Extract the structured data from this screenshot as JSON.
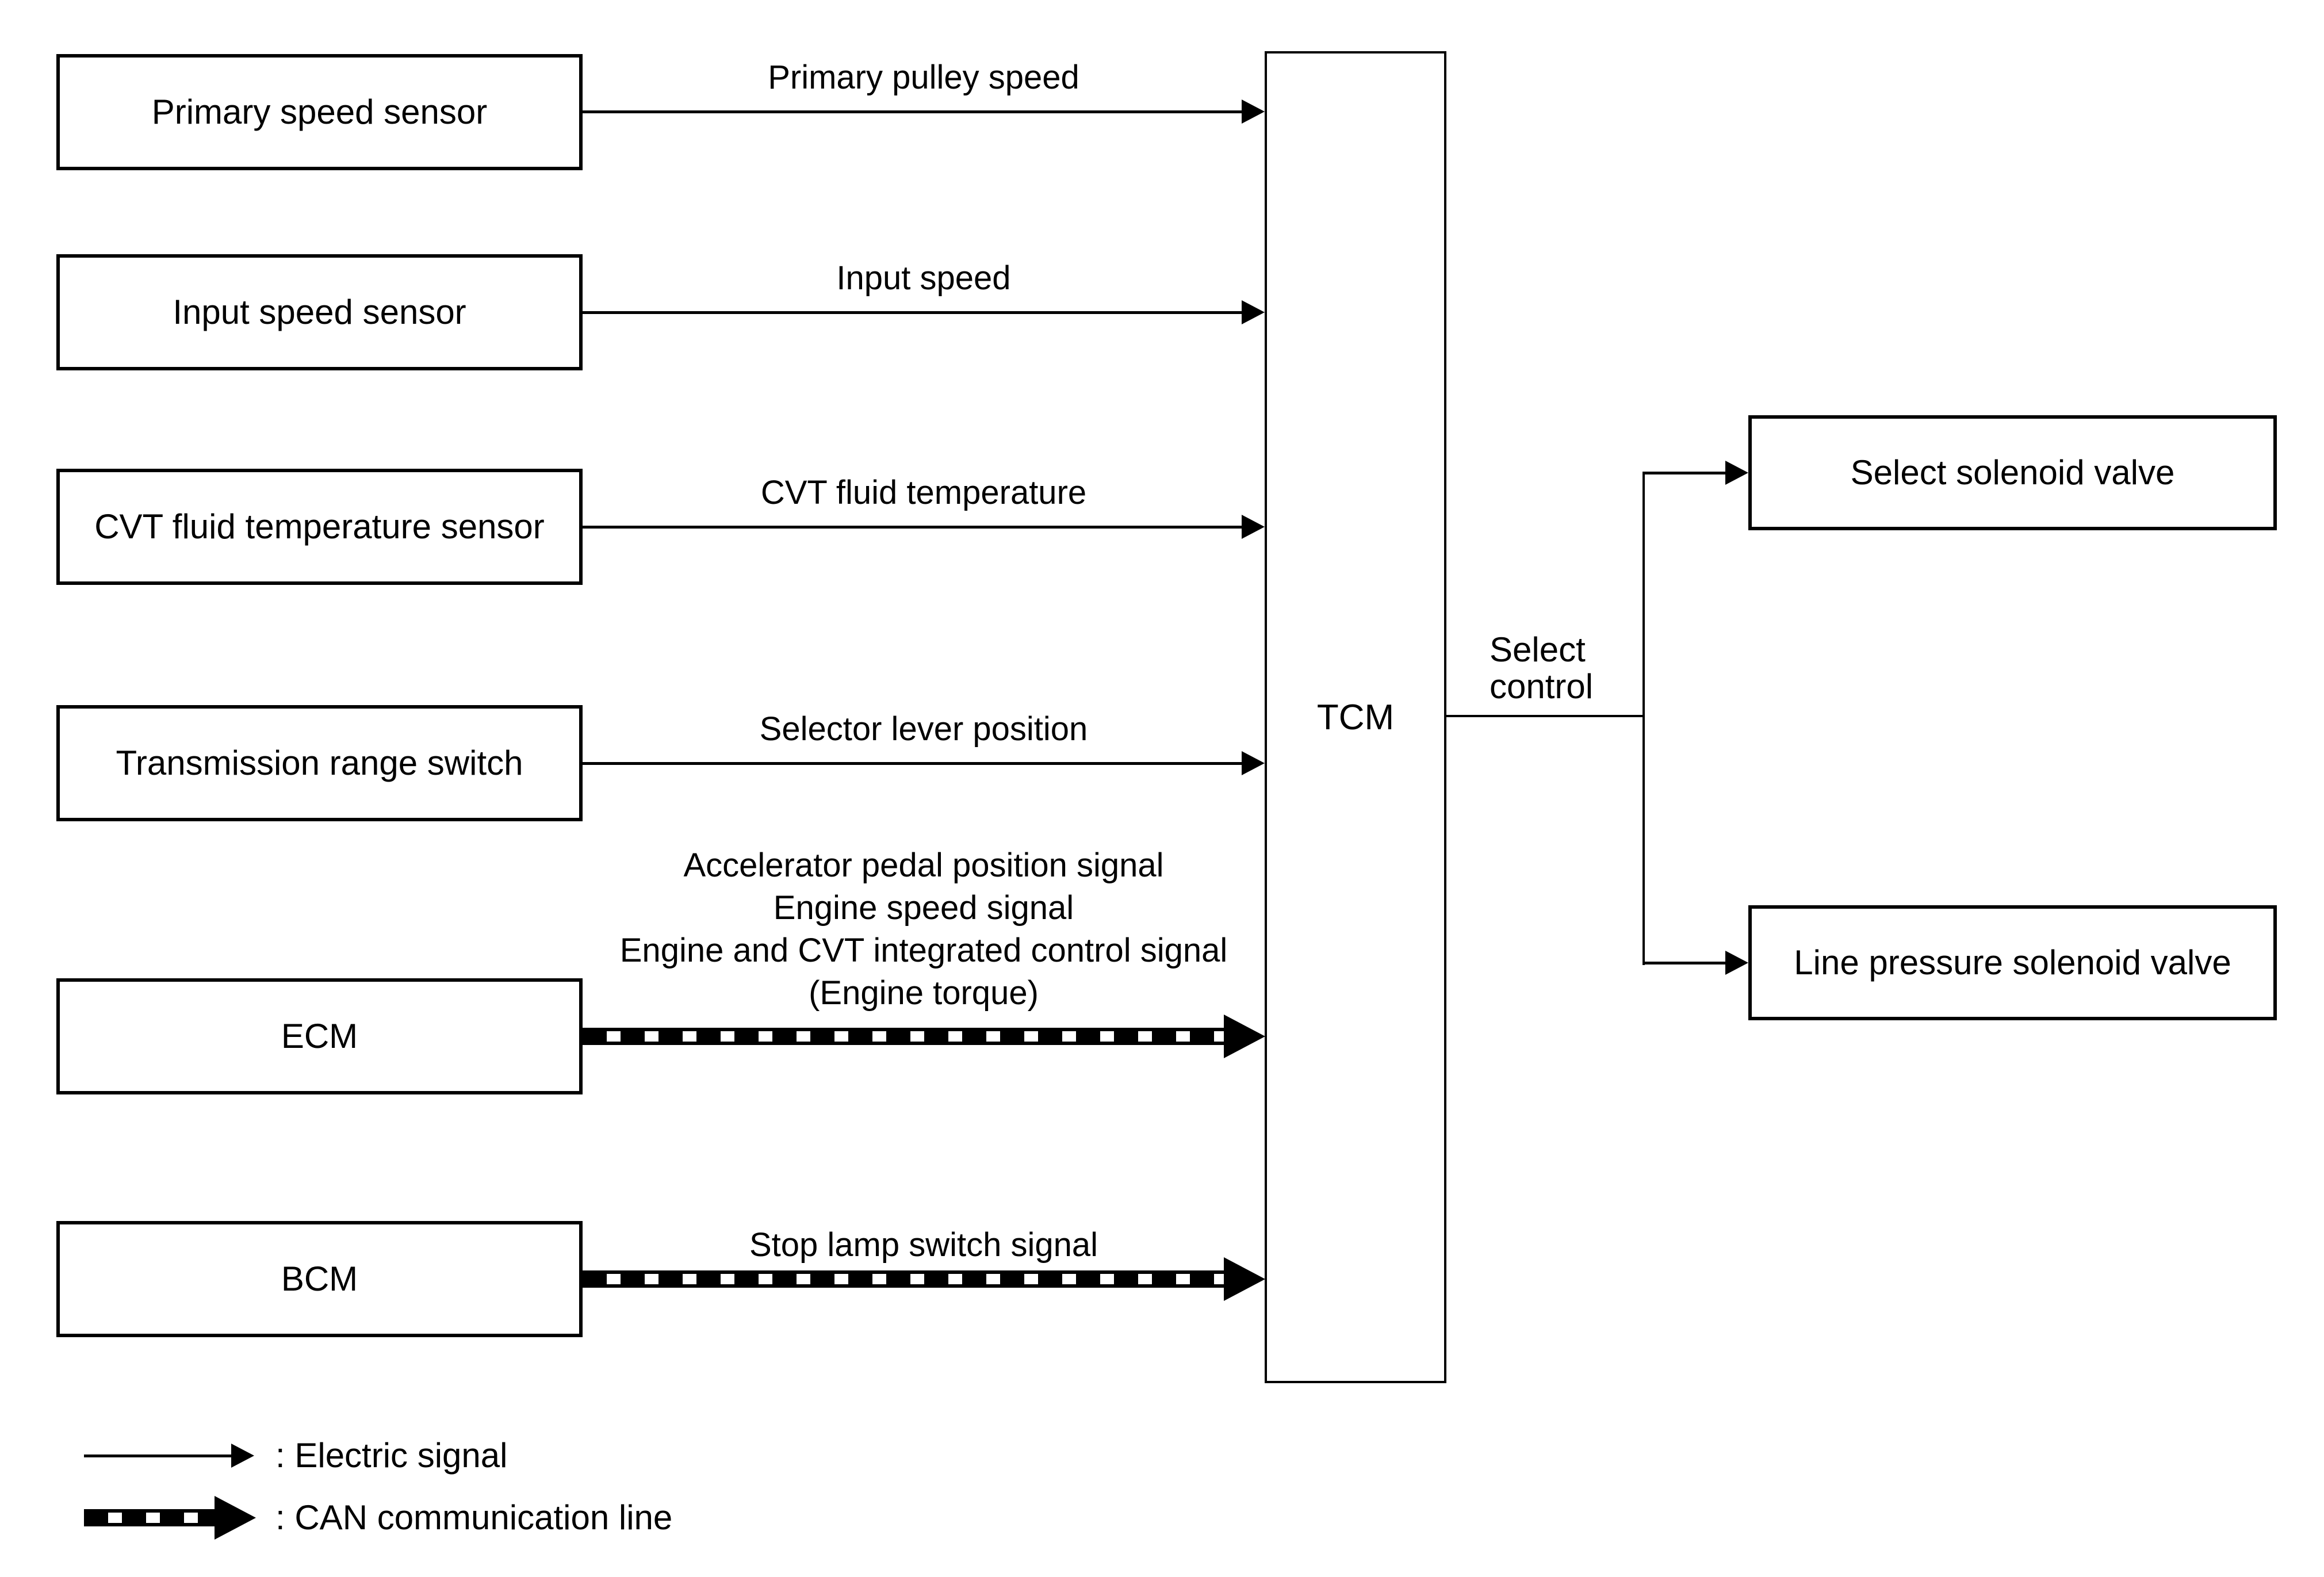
{
  "diagram": {
    "colors": {
      "line": "#000000",
      "background": "#ffffff"
    },
    "sources": [
      {
        "label": "Primary speed sensor",
        "signal": "Primary pulley speed",
        "signal_type": "electric"
      },
      {
        "label": "Input speed sensor",
        "signal": "Input speed",
        "signal_type": "electric"
      },
      {
        "label": "CVT fluid temperature sensor",
        "signal": "CVT fluid temperature",
        "signal_type": "electric"
      },
      {
        "label": "Transmission range switch",
        "signal": "Selector lever position",
        "signal_type": "electric"
      },
      {
        "label": "ECM",
        "signal_lines": [
          "Accelerator pedal position signal",
          "Engine speed signal",
          "Engine and CVT integrated control signal",
          "(Engine torque)"
        ],
        "signal_type": "can"
      },
      {
        "label": "BCM",
        "signal": "Stop lamp switch signal",
        "signal_type": "can"
      }
    ],
    "controller": {
      "label": "TCM"
    },
    "branch": {
      "label_lines": [
        "Select",
        "control"
      ]
    },
    "outputs": [
      {
        "label": "Select solenoid valve"
      },
      {
        "label": "Line pressure solenoid valve"
      }
    ],
    "legend": [
      {
        "type": "electric",
        "label": ": Electric signal"
      },
      {
        "type": "can",
        "label": ": CAN communication line"
      }
    ]
  }
}
